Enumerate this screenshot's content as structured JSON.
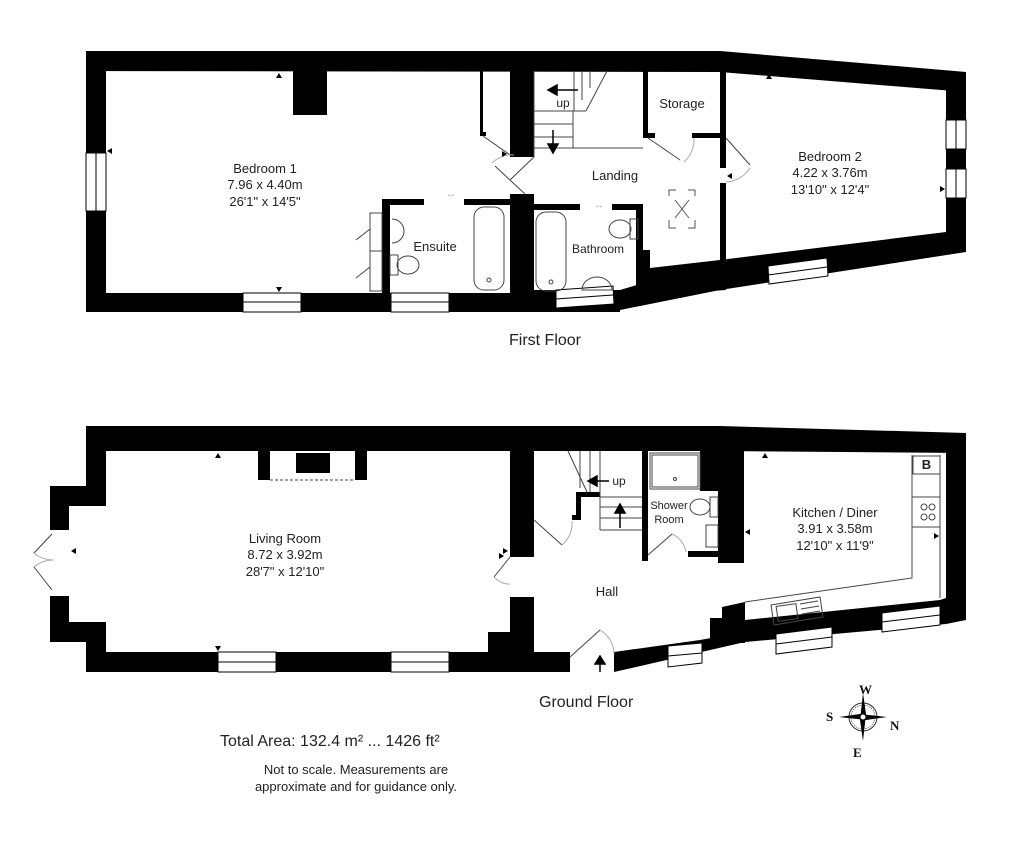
{
  "floors": {
    "first": {
      "title": "First Floor",
      "rooms": [
        {
          "name": "Bedroom 1",
          "metric": "7.96 x 4.40m",
          "imperial": "26'1\" x 14'5\""
        },
        {
          "name": "Ensuite"
        },
        {
          "name": "Landing"
        },
        {
          "name": "Storage"
        },
        {
          "name": "Bathroom"
        },
        {
          "name": "Bedroom 2",
          "metric": "4.22 x 3.76m",
          "imperial": "13'10\" x 12'4\""
        }
      ],
      "stairs_label": "up"
    },
    "ground": {
      "title": "Ground Floor",
      "rooms": [
        {
          "name": "Living Room",
          "metric": "8.72 x 3.92m",
          "imperial": "28'7\" x 12'10\""
        },
        {
          "name": "Hall"
        },
        {
          "name": "Shower",
          "name2": "Room"
        },
        {
          "name": "Kitchen / Diner",
          "metric": "3.91 x 3.58m",
          "imperial": "12'10\" x 11'9\""
        }
      ],
      "stairs_label": "up",
      "boiler_label": "B"
    }
  },
  "summary": {
    "total_area": "Total Area: 132.4 m² ... 1426 ft²",
    "disclaimer_line1": "Not to scale. Measurements are",
    "disclaimer_line2": "approximate and for guidance only."
  },
  "compass": {
    "top": "W",
    "right": "N",
    "bottom": "E",
    "left": "S"
  },
  "colors": {
    "wall": "#000000",
    "background": "#ffffff",
    "fixture_line": "#888888"
  }
}
